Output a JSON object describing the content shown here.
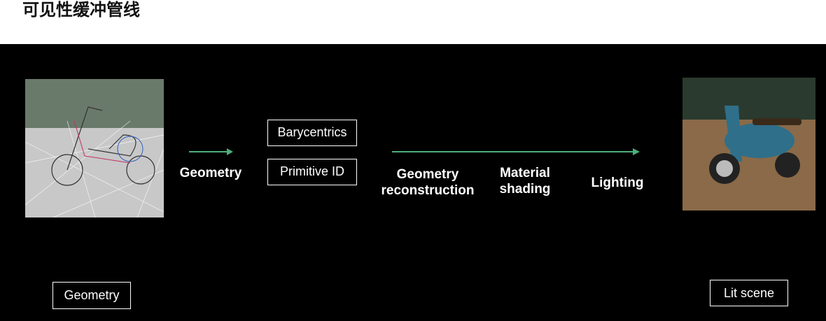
{
  "title": "可见性缓冲管线",
  "left_box": "Geometry",
  "right_box": "Lit scene",
  "arrow1_label": "Geometry",
  "buffers": [
    "Barycentrics",
    "Primitive ID"
  ],
  "stages": [
    "Geometry reconstruction",
    "Material shading",
    "Lighting"
  ],
  "colors": {
    "arrow": "#4caf7a"
  }
}
